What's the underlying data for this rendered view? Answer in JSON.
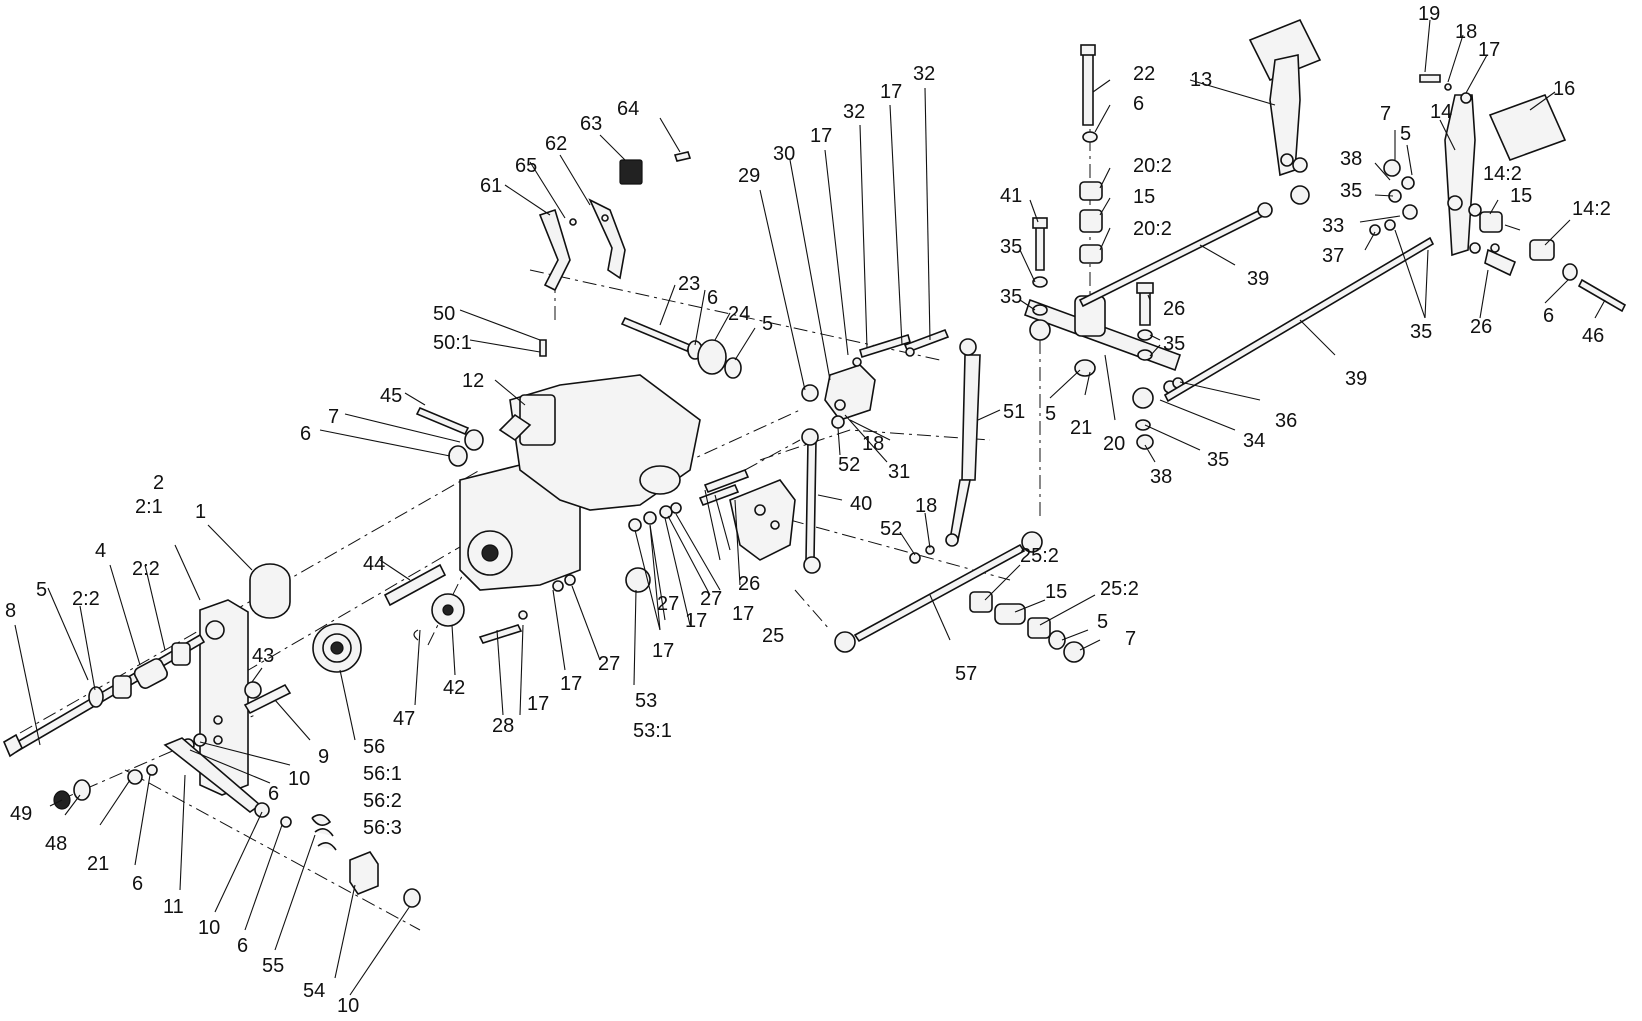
{
  "labels": [
    {
      "id": "n1",
      "text": "1"
    },
    {
      "id": "n2",
      "text": "2"
    },
    {
      "id": "n2_1",
      "text": "2:1"
    },
    {
      "id": "n2_2a",
      "text": "2:2"
    },
    {
      "id": "n2_2b",
      "text": "2:2"
    },
    {
      "id": "n4",
      "text": "4"
    },
    {
      "id": "n5a",
      "text": "5"
    },
    {
      "id": "n8",
      "text": "8"
    },
    {
      "id": "n43",
      "text": "43"
    },
    {
      "id": "n9",
      "text": "9"
    },
    {
      "id": "n10a",
      "text": "10"
    },
    {
      "id": "n6a",
      "text": "6"
    },
    {
      "id": "n49",
      "text": "49"
    },
    {
      "id": "n48",
      "text": "48"
    },
    {
      "id": "n21a",
      "text": "21"
    },
    {
      "id": "n6b",
      "text": "6"
    },
    {
      "id": "n11",
      "text": "11"
    },
    {
      "id": "n10b",
      "text": "10"
    },
    {
      "id": "n6c",
      "text": "6"
    },
    {
      "id": "n55",
      "text": "55"
    },
    {
      "id": "n54",
      "text": "54"
    },
    {
      "id": "n10c",
      "text": "10"
    },
    {
      "id": "n56",
      "text": "56"
    },
    {
      "id": "n56_1",
      "text": "56:1"
    },
    {
      "id": "n56_2",
      "text": "56:2"
    },
    {
      "id": "n56_3",
      "text": "56:3"
    },
    {
      "id": "n44",
      "text": "44"
    },
    {
      "id": "n47",
      "text": "47"
    },
    {
      "id": "n42",
      "text": "42"
    },
    {
      "id": "n28",
      "text": "28"
    },
    {
      "id": "n17a",
      "text": "17"
    },
    {
      "id": "n17b",
      "text": "17"
    },
    {
      "id": "n27a",
      "text": "27"
    },
    {
      "id": "n53",
      "text": "53"
    },
    {
      "id": "n53_1",
      "text": "53:1"
    },
    {
      "id": "n17c",
      "text": "17"
    },
    {
      "id": "n27b",
      "text": "27"
    },
    {
      "id": "n17d",
      "text": "17"
    },
    {
      "id": "n27c",
      "text": "27"
    },
    {
      "id": "n17e",
      "text": "17"
    },
    {
      "id": "n26a",
      "text": "26"
    },
    {
      "id": "n25",
      "text": "25"
    },
    {
      "id": "n45",
      "text": "45"
    },
    {
      "id": "n7a",
      "text": "7"
    },
    {
      "id": "n6d",
      "text": "6"
    },
    {
      "id": "n12",
      "text": "12"
    },
    {
      "id": "n50",
      "text": "50"
    },
    {
      "id": "n50_1",
      "text": "50:1"
    },
    {
      "id": "n61",
      "text": "61"
    },
    {
      "id": "n65",
      "text": "65"
    },
    {
      "id": "n62",
      "text": "62"
    },
    {
      "id": "n63",
      "text": "63"
    },
    {
      "id": "n64",
      "text": "64"
    },
    {
      "id": "n23",
      "text": "23"
    },
    {
      "id": "n6e",
      "text": "6"
    },
    {
      "id": "n24",
      "text": "24"
    },
    {
      "id": "n5b",
      "text": "5"
    },
    {
      "id": "n29",
      "text": "29"
    },
    {
      "id": "n30",
      "text": "30"
    },
    {
      "id": "n17f",
      "text": "17"
    },
    {
      "id": "n32a",
      "text": "32"
    },
    {
      "id": "n17g",
      "text": "17"
    },
    {
      "id": "n32b",
      "text": "32"
    },
    {
      "id": "n18a",
      "text": "18"
    },
    {
      "id": "n31",
      "text": "31"
    },
    {
      "id": "n52a",
      "text": "52"
    },
    {
      "id": "n40",
      "text": "40"
    },
    {
      "id": "n51",
      "text": "51"
    },
    {
      "id": "n52b",
      "text": "52"
    },
    {
      "id": "n18b",
      "text": "18"
    },
    {
      "id": "n57",
      "text": "57"
    },
    {
      "id": "n25_2a",
      "text": "25:2"
    },
    {
      "id": "n15a",
      "text": "15"
    },
    {
      "id": "n25_2b",
      "text": "25:2"
    },
    {
      "id": "n5c",
      "text": "5"
    },
    {
      "id": "n7b",
      "text": "7"
    },
    {
      "id": "n22",
      "text": "22"
    },
    {
      "id": "n6f",
      "text": "6"
    },
    {
      "id": "n20_2a",
      "text": "20:2"
    },
    {
      "id": "n15b",
      "text": "15"
    },
    {
      "id": "n20_2b",
      "text": "20:2"
    },
    {
      "id": "n41",
      "text": "41"
    },
    {
      "id": "n35a",
      "text": "35"
    },
    {
      "id": "n35b",
      "text": "35"
    },
    {
      "id": "n26b",
      "text": "26"
    },
    {
      "id": "n35c",
      "text": "35"
    },
    {
      "id": "n5d",
      "text": "5"
    },
    {
      "id": "n21b",
      "text": "21"
    },
    {
      "id": "n20",
      "text": "20"
    },
    {
      "id": "n13",
      "text": "13"
    },
    {
      "id": "n39a",
      "text": "39"
    },
    {
      "id": "n39b",
      "text": "39"
    },
    {
      "id": "n36",
      "text": "36"
    },
    {
      "id": "n34",
      "text": "34"
    },
    {
      "id": "n35d",
      "text": "35"
    },
    {
      "id": "n38a",
      "text": "38"
    },
    {
      "id": "n19",
      "text": "19"
    },
    {
      "id": "n18c",
      "text": "18"
    },
    {
      "id": "n17h",
      "text": "17"
    },
    {
      "id": "n16",
      "text": "16"
    },
    {
      "id": "n7c",
      "text": "7"
    },
    {
      "id": "n5e",
      "text": "5"
    },
    {
      "id": "n14",
      "text": "14"
    },
    {
      "id": "n38b",
      "text": "38"
    },
    {
      "id": "n35e",
      "text": "35"
    },
    {
      "id": "n14_2a",
      "text": "14:2"
    },
    {
      "id": "n15c",
      "text": "15"
    },
    {
      "id": "n14_2b",
      "text": "14:2"
    },
    {
      "id": "n33",
      "text": "33"
    },
    {
      "id": "n37",
      "text": "37"
    },
    {
      "id": "n6g",
      "text": "6"
    },
    {
      "id": "n46",
      "text": "46"
    },
    {
      "id": "n35f",
      "text": "35"
    },
    {
      "id": "n26c",
      "text": "26"
    }
  ]
}
